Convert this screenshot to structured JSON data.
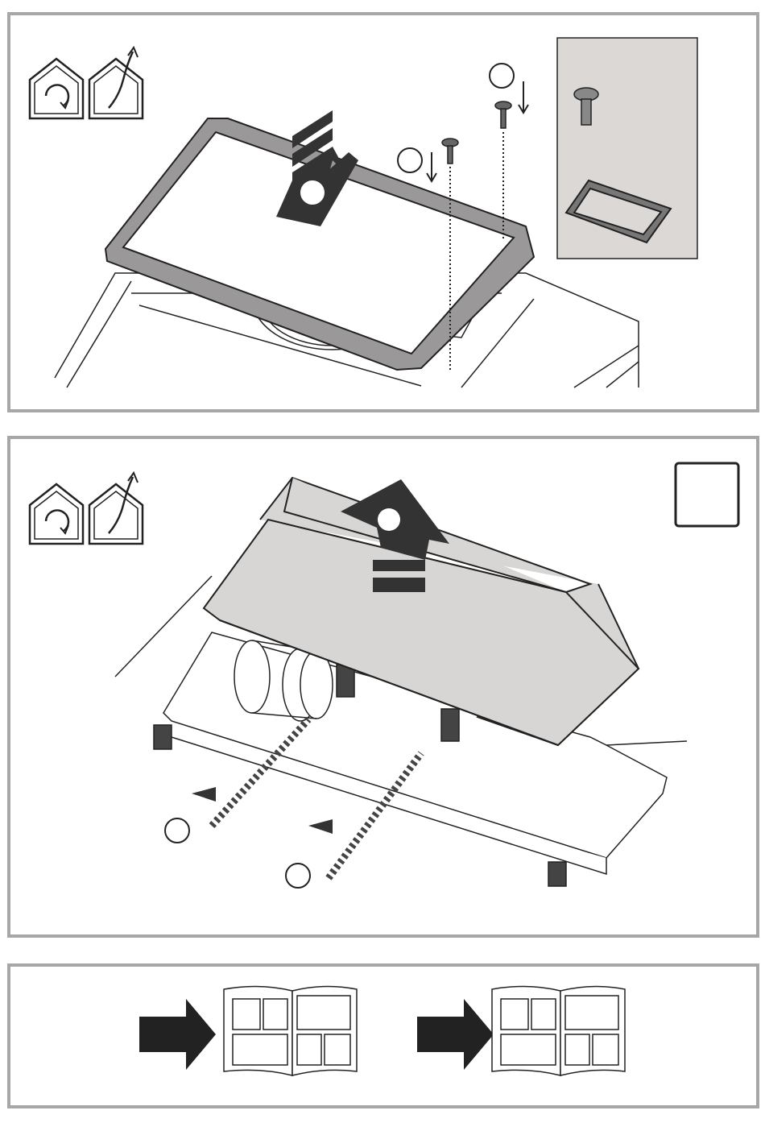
{
  "document": {
    "panels": [
      {
        "id": "step-1",
        "description_icons": [
          "house-recirculation-icon",
          "house-exhaust-icon"
        ],
        "callouts": [
          "",
          "",
          ""
        ]
      },
      {
        "id": "step-2",
        "description_icons": [
          "house-recirculation-icon",
          "house-exhaust-icon"
        ],
        "callouts": [
          "",
          "",
          "",
          ""
        ],
        "step_box": ""
      },
      {
        "id": "step-3",
        "description_icons": [
          "arrow-right-icon",
          "open-manual-icon",
          "arrow-right-icon",
          "open-manual-icon"
        ]
      }
    ]
  },
  "colors": {
    "frame": "#a7a7a7",
    "line": "#222222",
    "inset_bg": "#dcd8d6",
    "hood_fill": "#d8d6d4",
    "arrow_dark": "#333333"
  }
}
